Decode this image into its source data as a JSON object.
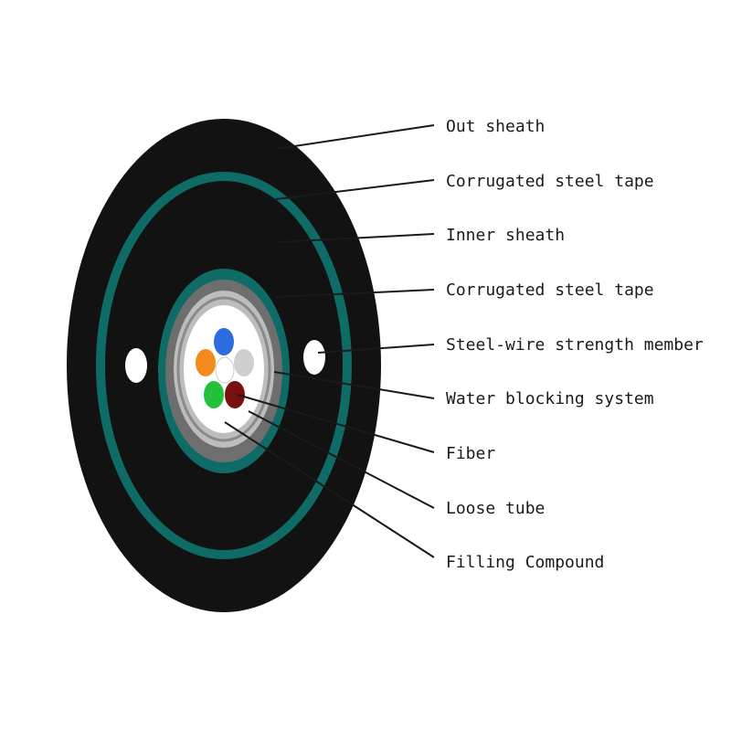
{
  "labels": {
    "out_sheath": "Out sheath",
    "corrugated_steel_tape_outer": "Corrugated steel tape",
    "inner_sheath": "Inner sheath",
    "corrugated_steel_tape_inner": "Corrugated steel tape",
    "strength_member": "Steel-wire strength member",
    "water_blocking": "Water blocking system",
    "fiber": "Fiber",
    "loose_tube": "Loose tube",
    "filling_compound": "Filling Compound"
  },
  "colors": {
    "sheath": "#121212",
    "teal_tape": "#0e6b66",
    "strength_member": "#ffffff",
    "water_blocking_dark": "#6e6e6e",
    "water_blocking_light": "#bdbdbd",
    "loose_tube_fill": "#ffffff",
    "fiber_blue": "#2d6cdf",
    "fiber_orange": "#f28a1e",
    "fiber_gray": "#cfcfcf",
    "fiber_green": "#22c13a",
    "fiber_brown": "#7a0f0f",
    "fiber_white": "#ffffff"
  }
}
